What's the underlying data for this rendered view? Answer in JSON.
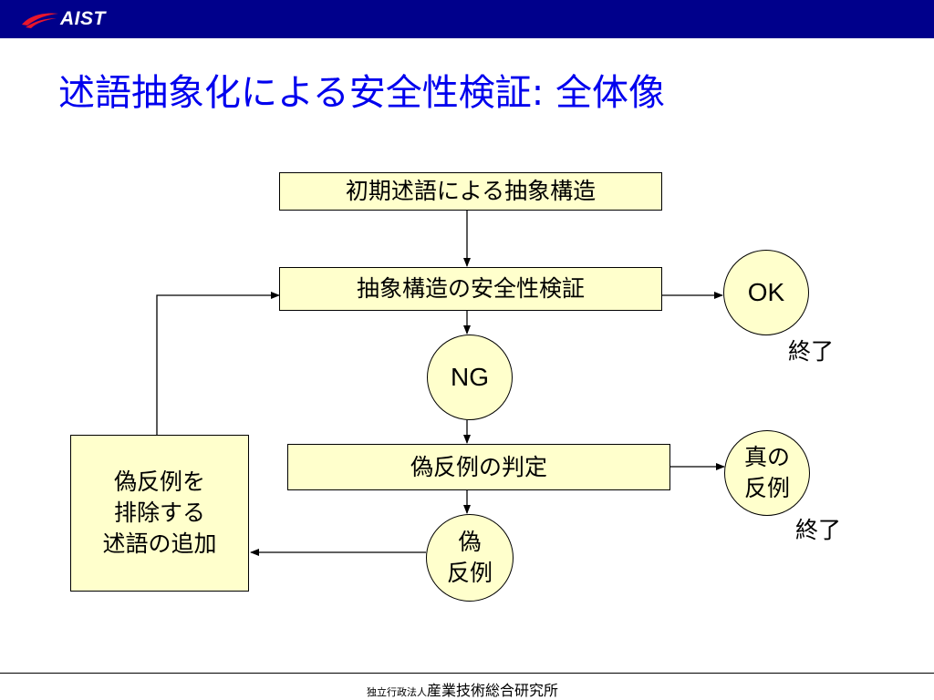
{
  "header": {
    "logo_text": "AIST",
    "bar_color": "#00008b",
    "logo_color": "#e8162c"
  },
  "title": "述語抽象化による安全性検証: 全体像",
  "flow": {
    "initial_box": "初期述語による抽象構造",
    "verify_box": "抽象構造の安全性検証",
    "ok": "OK",
    "ok_note": "終了",
    "ng": "NG",
    "judge_box": "偽反例の判定",
    "true_cex_line1": "真の",
    "true_cex_line2": "反例",
    "true_note": "終了",
    "false_cex_line1": "偽",
    "false_cex_line2": "反例",
    "refine_line1": "偽反例を",
    "refine_line2": "排除する",
    "refine_line3": "述語の追加"
  },
  "footer": {
    "small_text": "独立行政法人",
    "big_text": "産業技術総合研究所"
  },
  "colors": {
    "title": "#0000ee",
    "box_fill": "#ffffcc"
  }
}
